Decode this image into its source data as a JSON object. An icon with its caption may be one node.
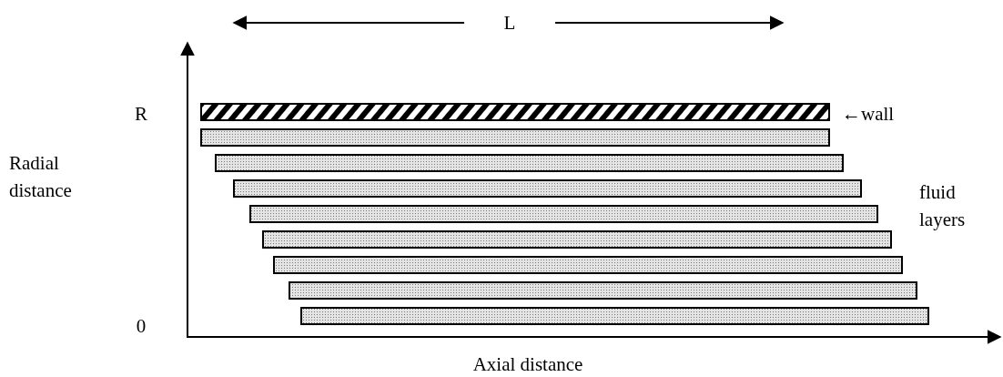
{
  "diagram": {
    "labels": [
      "L",
      "R",
      "←wall",
      "Radial distance",
      "fluid layers",
      "0",
      "Axial distance"
    ]
  }
}
